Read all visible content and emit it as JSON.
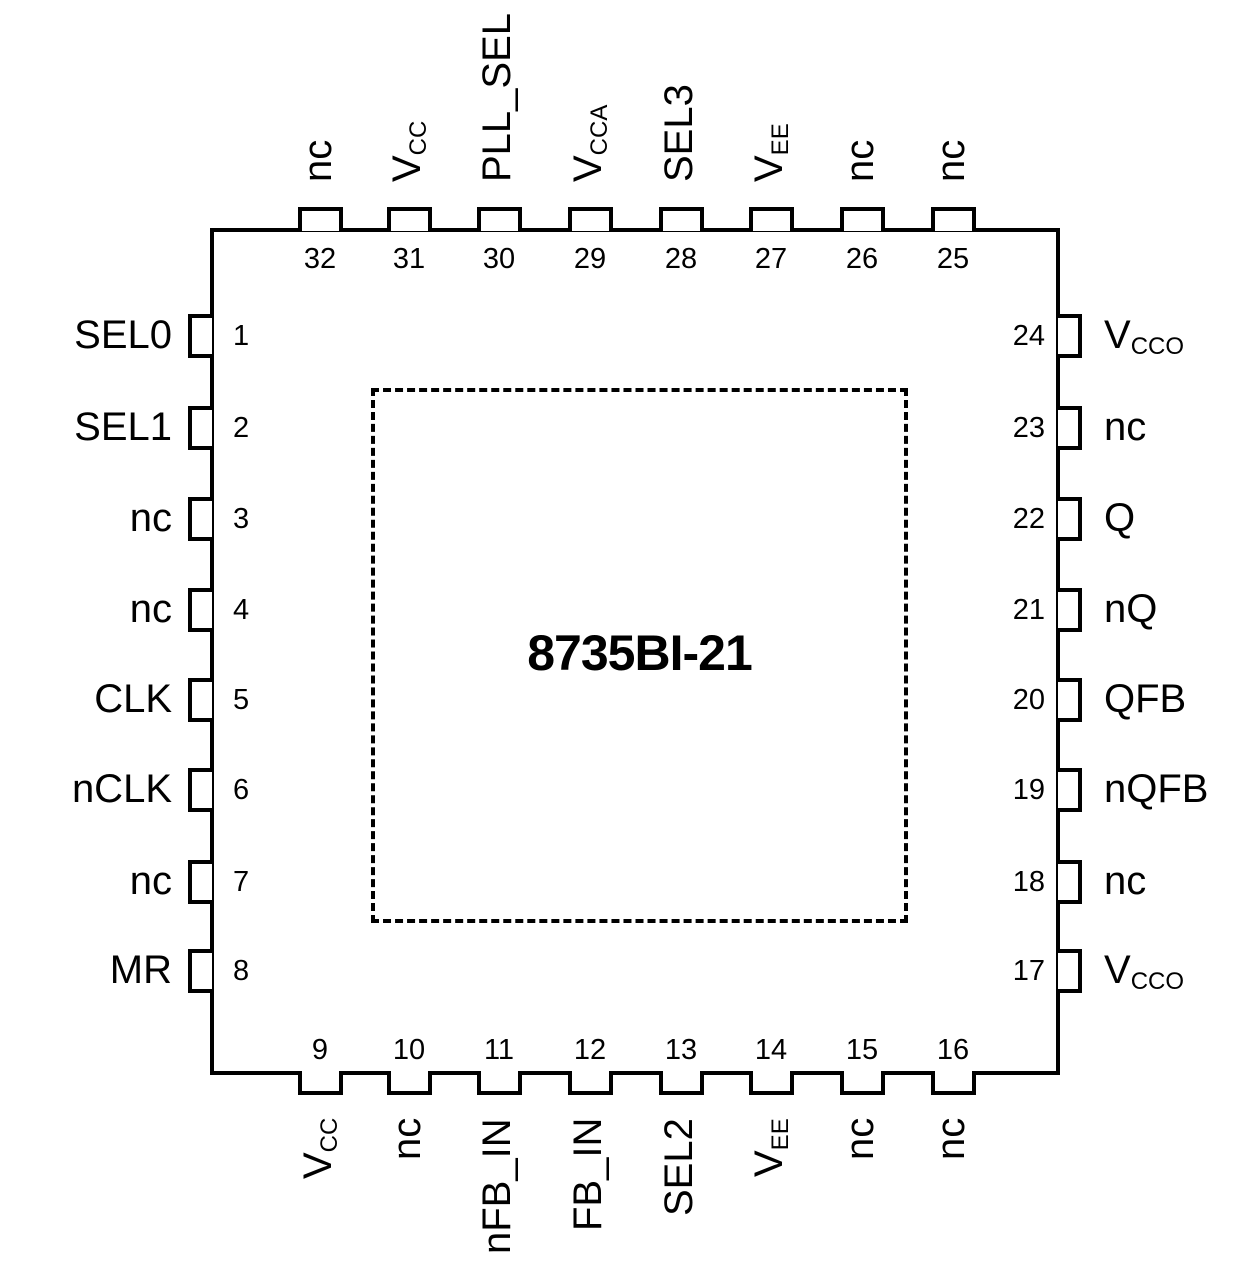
{
  "diagram": {
    "title": "8735BI-21",
    "type": "pin-diagram",
    "package": "32-lead QFN/VFQFN (exposed pad)",
    "colors": {
      "line": "#000000",
      "background": "#ffffff"
    }
  },
  "pins": {
    "left": [
      {
        "num": "1",
        "name": "SEL0",
        "sub": ""
      },
      {
        "num": "2",
        "name": "SEL1",
        "sub": ""
      },
      {
        "num": "3",
        "name": "nc",
        "sub": ""
      },
      {
        "num": "4",
        "name": "nc",
        "sub": ""
      },
      {
        "num": "5",
        "name": "CLK",
        "sub": ""
      },
      {
        "num": "6",
        "name": "nCLK",
        "sub": ""
      },
      {
        "num": "7",
        "name": "nc",
        "sub": ""
      },
      {
        "num": "8",
        "name": "MR",
        "sub": ""
      }
    ],
    "bottom": [
      {
        "num": "9",
        "name": "V",
        "sub": "CC"
      },
      {
        "num": "10",
        "name": "nc",
        "sub": ""
      },
      {
        "num": "11",
        "name": "nFB_IN",
        "sub": ""
      },
      {
        "num": "12",
        "name": "FB_IN",
        "sub": ""
      },
      {
        "num": "13",
        "name": "SEL2",
        "sub": ""
      },
      {
        "num": "14",
        "name": "V",
        "sub": "EE"
      },
      {
        "num": "15",
        "name": "nc",
        "sub": ""
      },
      {
        "num": "16",
        "name": "nc",
        "sub": ""
      }
    ],
    "right": [
      {
        "num": "24",
        "name": "V",
        "sub": "CCO"
      },
      {
        "num": "23",
        "name": "nc",
        "sub": ""
      },
      {
        "num": "22",
        "name": "Q",
        "sub": ""
      },
      {
        "num": "21",
        "name": "nQ",
        "sub": ""
      },
      {
        "num": "20",
        "name": "QFB",
        "sub": ""
      },
      {
        "num": "19",
        "name": "nQFB",
        "sub": ""
      },
      {
        "num": "18",
        "name": "nc",
        "sub": ""
      },
      {
        "num": "17",
        "name": "V",
        "sub": "CCO"
      }
    ],
    "top": [
      {
        "num": "32",
        "name": "nc",
        "sub": ""
      },
      {
        "num": "31",
        "name": "V",
        "sub": "CC"
      },
      {
        "num": "30",
        "name": "PLL_SEL",
        "sub": ""
      },
      {
        "num": "29",
        "name": "V",
        "sub": "CCA"
      },
      {
        "num": "28",
        "name": "SEL3",
        "sub": ""
      },
      {
        "num": "27",
        "name": "V",
        "sub": "EE"
      },
      {
        "num": "26",
        "name": "nc",
        "sub": ""
      },
      {
        "num": "25",
        "name": "nc",
        "sub": ""
      }
    ]
  }
}
